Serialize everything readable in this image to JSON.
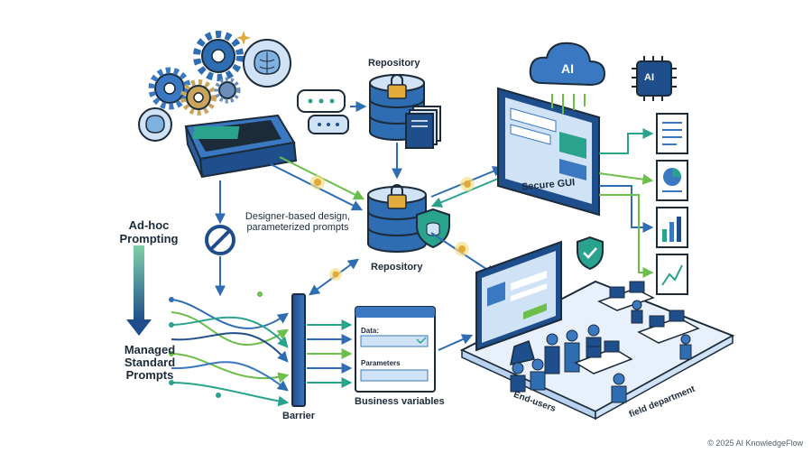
{
  "labels": {
    "ad_hoc": "Ad-hoc Prompting",
    "managed": "Managed Standard Prompts",
    "designer": "Designer-based design, parameterized prompts",
    "repository_top": "Repository",
    "repository_mid": "Repository",
    "secure_gui": "Secure GUI",
    "barrier": "Barrier",
    "business_variables": "Business variables",
    "data": "Data:",
    "parameters": "Parameters",
    "end_users": "End-users",
    "field_department": "field department",
    "ai_cloud": "AI",
    "ai_chip": "AI"
  },
  "footer": {
    "copyright": "© 2025 AI KnowledgeFlow"
  },
  "colors": {
    "dark_blue": "#1f4e8c",
    "mid_blue": "#3a78c2",
    "light_blue": "#cfe2f6",
    "teal": "#2aa38e",
    "green": "#6cbf4a",
    "navy": "#1c2b3a",
    "gold": "#e2a93b"
  }
}
